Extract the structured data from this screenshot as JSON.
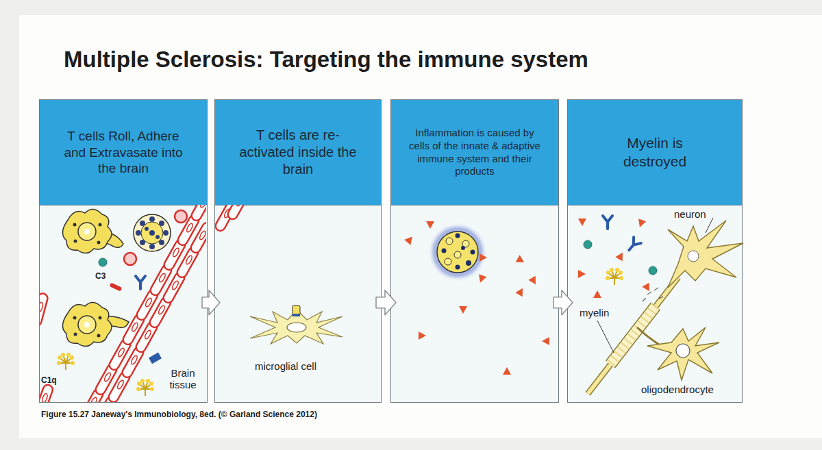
{
  "diagram": {
    "title": "Multiple Sclerosis: Targeting the immune system",
    "caption": "Figure 15.27 Janeway's Immunobiology, 8ed. (© Garland Science 2012)",
    "nodes": [
      {
        "text": [
          "T cells Roll, Adhere and Extravasate into the brain"
        ]
      },
      {
        "text": [
          "T cells are re-activated inside the brain"
        ]
      },
      {
        "text": [
          "Inflammation is caused by cells of the innate & adaptive immune system and their products"
        ]
      },
      {
        "text": [
          "Myelin is destroyed"
        ]
      }
    ],
    "edges": [
      {
        "from": 0,
        "to": 1,
        "arrow": "to"
      },
      {
        "from": 1,
        "to": 2,
        "arrow": "to"
      },
      {
        "from": 2,
        "to": 3,
        "arrow": "to"
      }
    ],
    "labels": [
      "C3",
      "C1q",
      "Brain tissue",
      "microglial cell",
      "neuron",
      "myelin",
      "oligodendrocyte"
    ]
  }
}
